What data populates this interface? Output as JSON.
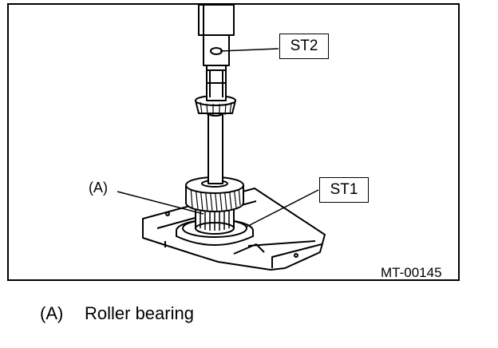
{
  "figure": {
    "figure_id": "MT-00145",
    "callouts": {
      "st2": "ST2",
      "st1": "ST1",
      "a": "(A)"
    }
  },
  "caption": {
    "key": "(A)",
    "text": "Roller bearing"
  }
}
